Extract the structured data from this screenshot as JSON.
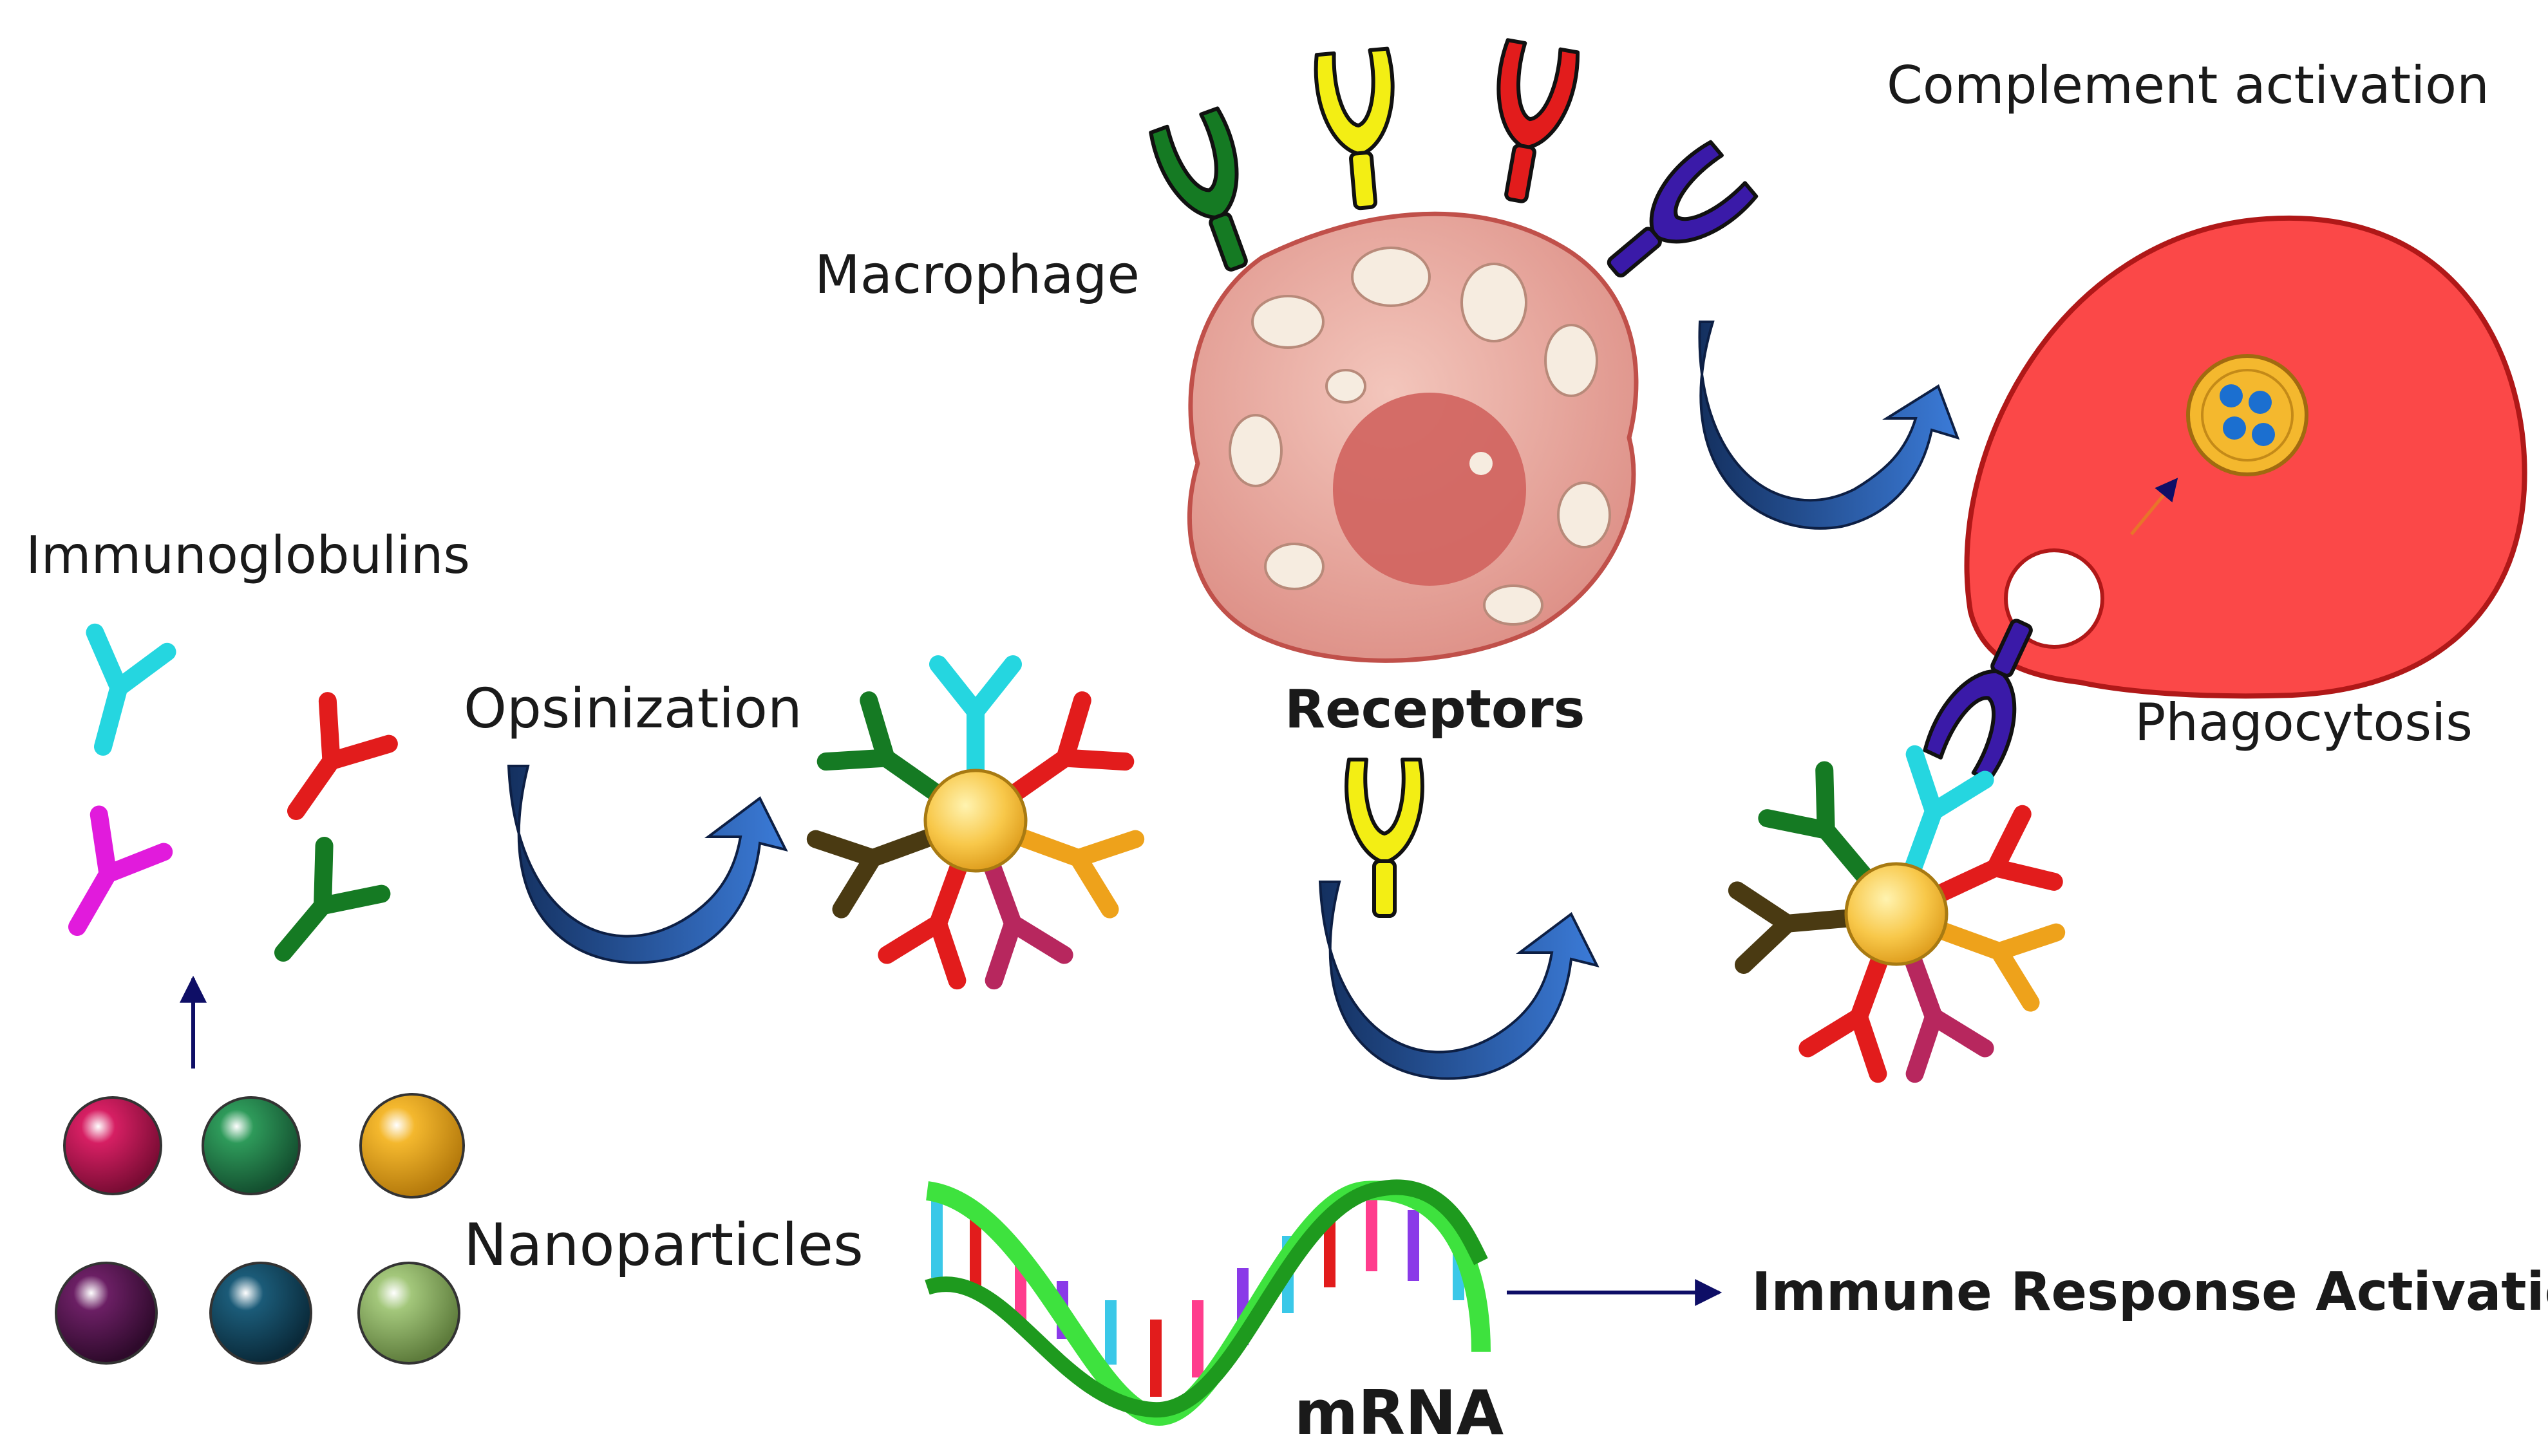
{
  "labels": {
    "immunoglobulins": "Immunoglobulins",
    "opsinization": "Opsinization",
    "macrophage": "Macrophage",
    "receptors": "Receptors",
    "complement_activation": "Complement activation",
    "phagocytosis": "Phagocytosis",
    "nanoparticles": "Nanoparticles",
    "mrna": "mRNA",
    "immune_response": "Immune Response Activation"
  },
  "colors": {
    "cyan": "#25d6e0",
    "red": "#e21c1c",
    "magenta": "#e11bdc",
    "green": "#157a23",
    "yellow": "#f3ee14",
    "violet": "#3a1aa8",
    "brown": "#4a3a12",
    "orange": "#eea21b",
    "crimson": "#b7275e",
    "arrow_blue": "#1f4ea8",
    "cell_red": "#fb4848",
    "macrophage_pink": "#e8aaa0",
    "core_gold": "#f8c84a",
    "helix_green": "#3ee23e"
  },
  "nanoparticle_colors": [
    "#d61f63",
    "#2e9a5a",
    "#f4b82e",
    "#6b1f64",
    "#1b5b78",
    "#a3c77b"
  ]
}
